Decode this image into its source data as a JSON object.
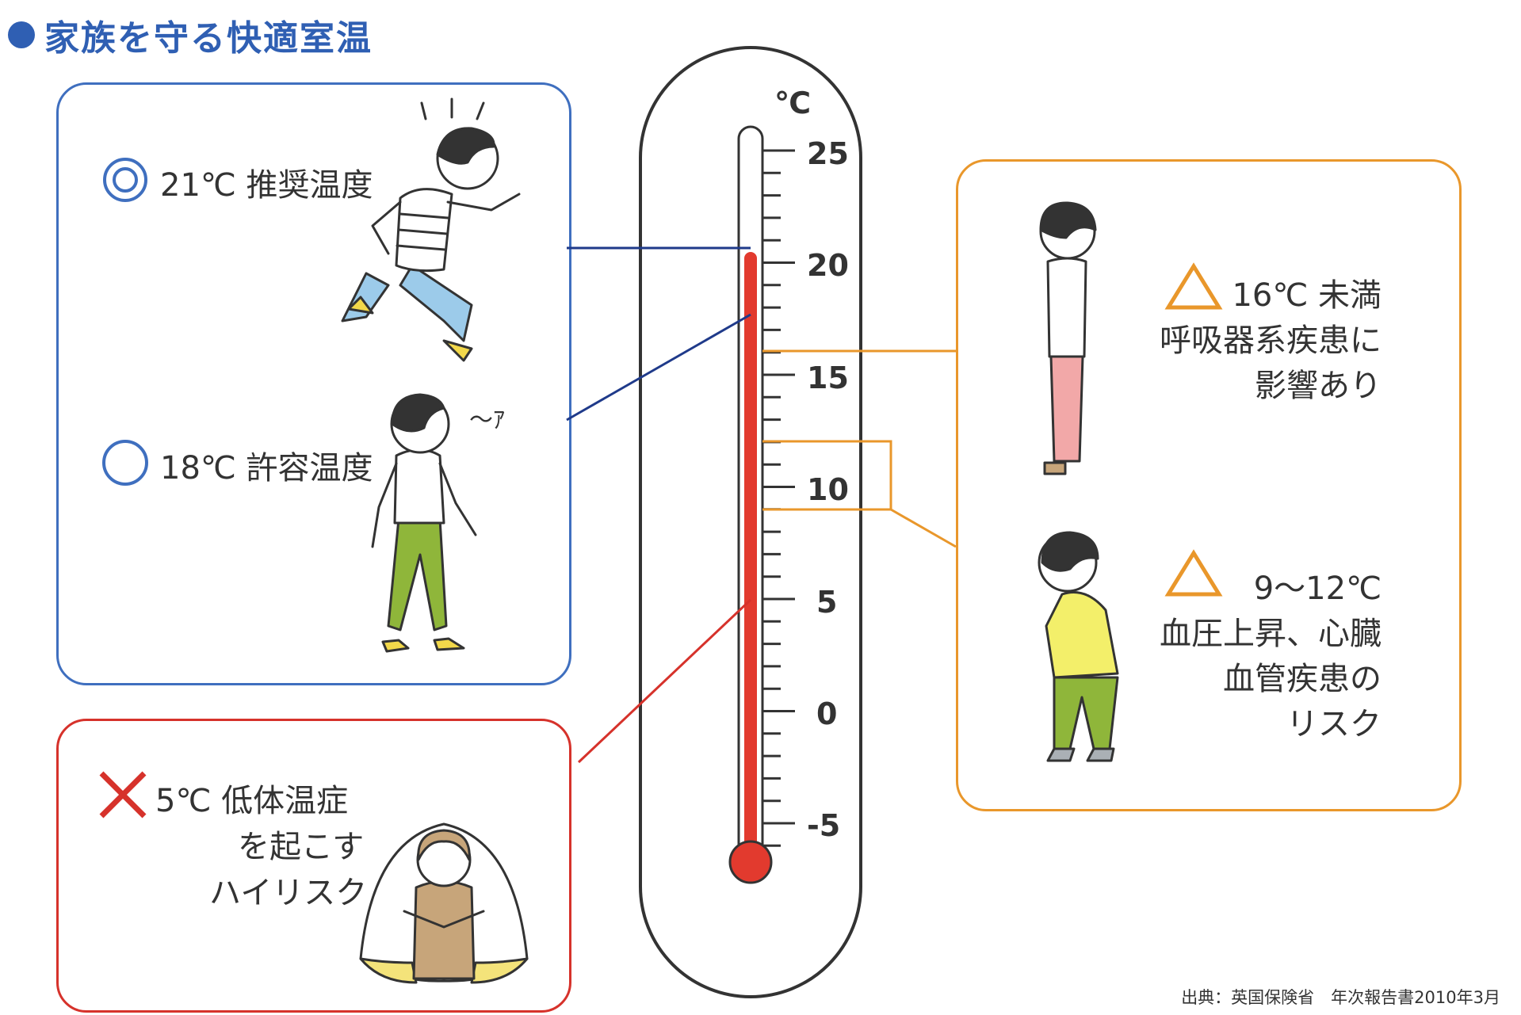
{
  "title": "家族を守る快適室温",
  "thermometer": {
    "unit_label": "℃",
    "scale_labels": [
      "25",
      "20",
      "15",
      "10",
      "5",
      "0",
      "-5"
    ]
  },
  "zones": {
    "recommended": {
      "label": "21℃ 推奨温度",
      "color": "#3f6fbf"
    },
    "acceptable": {
      "label": "18℃ 許容温度",
      "color": "#3f6fbf"
    },
    "hypothermia": {
      "line1": "5℃ 低体温症",
      "line2": "を起こす",
      "line3": "ハイリスク",
      "color": "#d6322b"
    },
    "respiratory": {
      "line1": "16℃ 未満",
      "line2": "呼吸器系疾患に",
      "line3": "影響あり",
      "color": "#e9972b"
    },
    "cardio": {
      "line1": "9〜12℃",
      "line2": "血圧上昇、心臓",
      "line3": "血管疾患の",
      "line4": "リスク",
      "color": "#e9972b"
    }
  },
  "figures": {
    "sigh_mark": "〜ｱ"
  },
  "source": "出典：英国保険省　年次報告書2010年3月"
}
